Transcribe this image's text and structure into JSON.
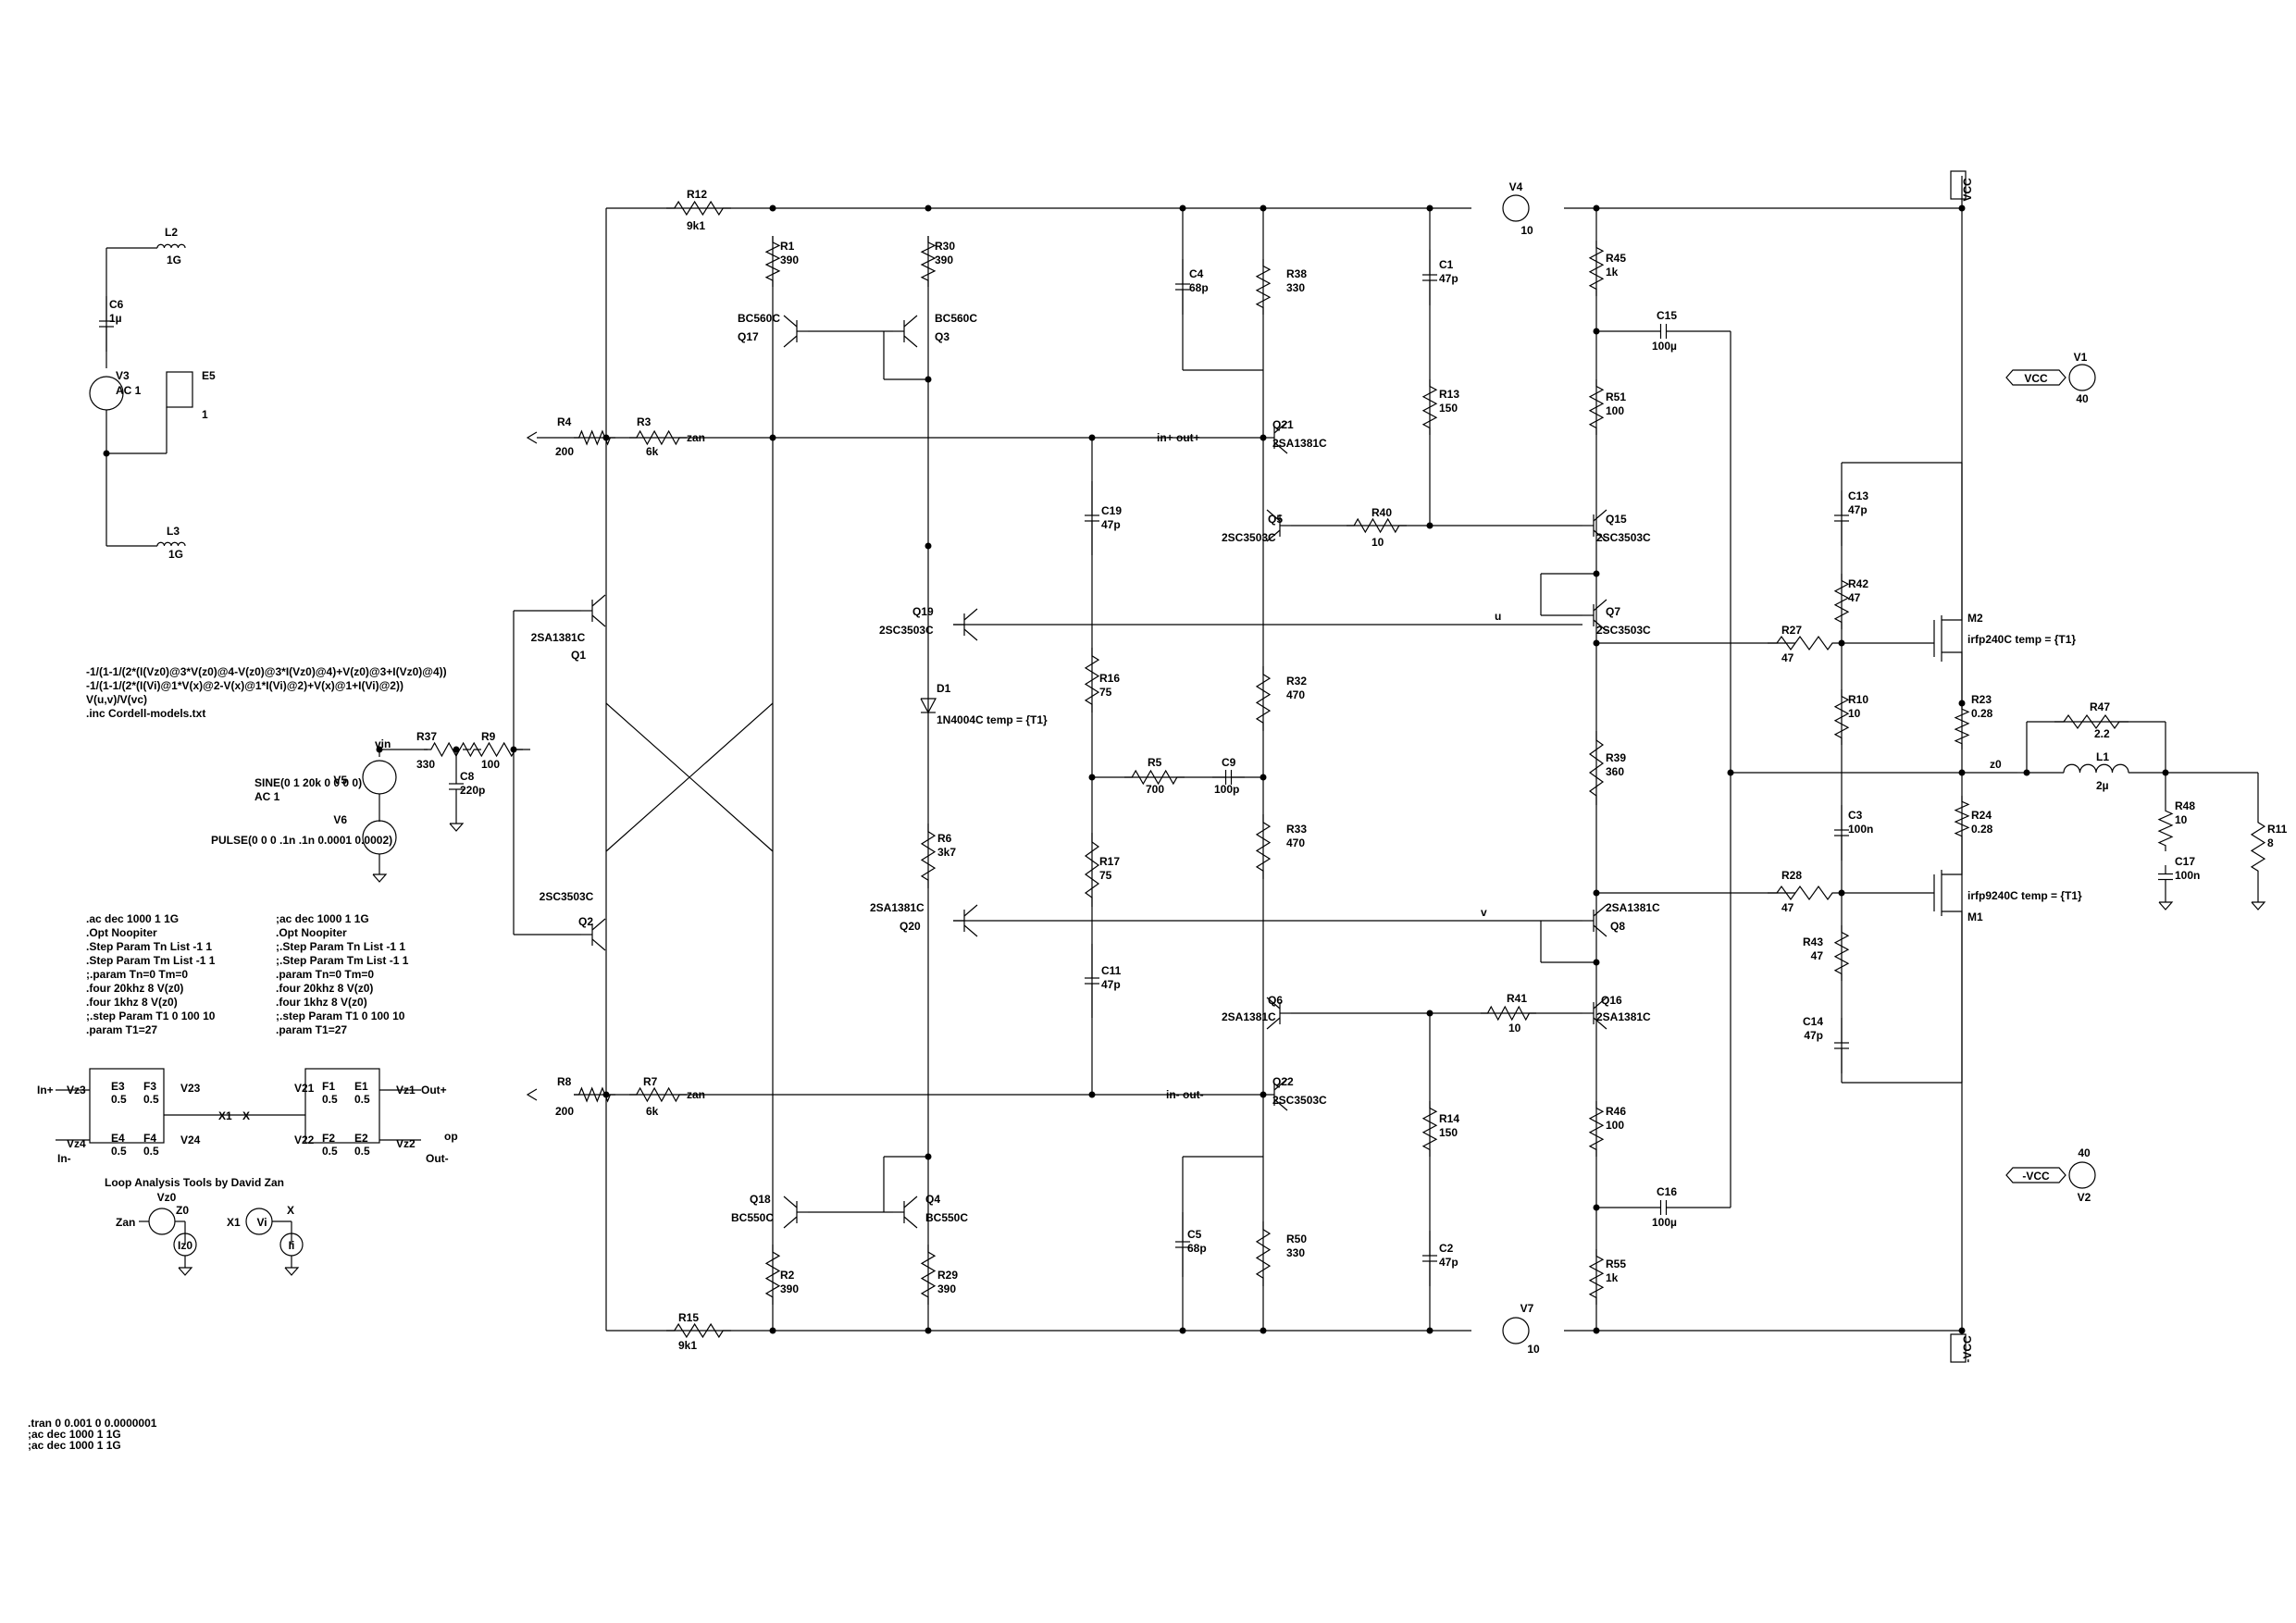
{
  "labels": {
    "R12": "R12",
    "R12v": "9k1",
    "R1": "R1",
    "R1v": "390",
    "R30": "R30",
    "R30v": "390",
    "Q17": "Q17",
    "Q17t": "BC560C",
    "Q3": "Q3",
    "Q3t": "BC560C",
    "R4": "R4",
    "R4v": "200",
    "R3": "R3",
    "R3v": "6k",
    "zan1": "zan",
    "C4": "C4",
    "C4v": "68p",
    "R38": "R38",
    "R38v": "330",
    "C1": "C1",
    "C1v": "47p",
    "V4": "V4",
    "V4v": "10",
    "R45": "R45",
    "R45v": "1k",
    "C15": "C15",
    "C15v": "100µ",
    "R13": "R13",
    "R13v": "150",
    "R51": "R51",
    "R51v": "100",
    "Q21": "Q21",
    "Q21t": "2SA1381C",
    "netInOut": "in+ out+",
    "C19": "C19",
    "C19v": "47p",
    "Q5": "Q5",
    "Q5t": "2SC3503C",
    "R40": "R40",
    "R40v": "10",
    "Q15": "Q15",
    "Q15t": "2SC3503C",
    "Q19": "Q19",
    "Q19t": "2SC3503C",
    "netU": "u",
    "Q7": "Q7",
    "Q7t": "2SC3503C",
    "Q1": "Q1",
    "Q1t": "2SA1381C",
    "D1": "D1",
    "D1t": "1N4004C temp = {T1}",
    "R16": "R16",
    "R16v": "75",
    "R32": "R32",
    "R32v": "470",
    "R39": "R39",
    "R39v": "360",
    "R5": "R5",
    "R5v": "700",
    "C9": "C9",
    "C9v": "100p",
    "vin": "vin",
    "R37": "R37",
    "R37v": "330",
    "R9": "R9",
    "R9v": "100",
    "V5": "V5",
    "sine": "SINE(0 1 20k 0 0 0 0)",
    "ac1": "AC 1",
    "C8": "C8",
    "C8v": "220p",
    "V6": "V6",
    "pulse": "PULSE(0 0 0 .1n .1n 0.0001 0.0002)",
    "R6": "R6",
    "R6v": "3k7",
    "R33": "R33",
    "R33v": "470",
    "R17": "R17",
    "R17v": "75",
    "Q2": "Q2",
    "Q2t": "2SC3503C",
    "Q20": "Q20",
    "Q20t": "2SA1381C",
    "netV": "v",
    "Q8": "Q8",
    "Q8t": "2SA1381C",
    "C11": "C11",
    "C11v": "47p",
    "Q6": "Q6",
    "Q6t": "2SA1381C",
    "R41": "R41",
    "R41v": "10",
    "Q16": "Q16",
    "Q16t": "2SA1381C",
    "R8": "R8",
    "R8v": "200",
    "R7": "R7",
    "R7v": "6k",
    "zan2": "zan",
    "netInOutM": "in-   out-",
    "Q22": "Q22",
    "Q22t": "2SC3503C",
    "R14": "R14",
    "R14v": "150",
    "R46": "R46",
    "R46v": "100",
    "Q18": "Q18",
    "Q18t": "BC550C",
    "Q4": "Q4",
    "Q4t": "BC550C",
    "C5": "C5",
    "C5v": "68p",
    "C16": "C16",
    "C16v": "100µ",
    "C2": "C2",
    "C2v": "47p",
    "R50": "R50",
    "R50v": "330",
    "R55": "R55",
    "R55v": "1k",
    "R2": "R2",
    "R2v": "390",
    "R29": "R29",
    "R29v": "390",
    "R15": "R15",
    "R15v": "9k1",
    "V7": "V7",
    "V7v": "10",
    "L2": "L2",
    "L2v": "1G",
    "C6": "C6",
    "C6v": "1µ",
    "V3": "V3",
    "V3v": "AC 1",
    "E5": "E5",
    "E5v": "1",
    "L3": "L3",
    "L3v": "1G",
    "VCCtop": "VCC",
    "VCCbot": "-VCC",
    "V1": "V1",
    "V1v": "40",
    "V1net": "VCC",
    "V2": "V2",
    "V2v": "40",
    "V2net": "-VCC",
    "C13": "C13",
    "C13v": "47p",
    "R42": "R42",
    "R42v": "47",
    "R27": "R27",
    "R27v": "47",
    "M2": "M2",
    "M2t": "irfp240C temp = {T1}",
    "R10": "R10",
    "R10v": "10",
    "R23": "R23",
    "R23v": "0.28",
    "R47": "R47",
    "R47v": "2.2",
    "z0": "z0",
    "L1": "L1",
    "L1v": "2µ",
    "C3": "C3",
    "C3v": "100n",
    "R24": "R24",
    "R24v": "0.28",
    "R48": "R48",
    "R48v": "10",
    "R11": "R11",
    "R11v": "8",
    "C17": "C17",
    "C17v": "100n",
    "R28": "R28",
    "R28v": "47",
    "M1": "M1",
    "M1t": "irfp9240C temp = {T1}",
    "R43": "R43",
    "R43v": "47",
    "C14": "C14",
    "C14v": "47p",
    "loopTitle": "Loop Analysis Tools by David Zan",
    "inPlus": "In+",
    "inMinus": "In-",
    "outPlus": "Out+",
    "outMinus": "Out-",
    "op": "op",
    "x1": "X1",
    "x": "X",
    "E3": "E3",
    "F3": "F3",
    "F1": "F1",
    "E1": "E1",
    "E4": "E4",
    "F4": "F4",
    "F2": "F2",
    "E2": "E2",
    "Vz3": "Vz3",
    "Vz4": "Vz4",
    "Vz1": "Vz1",
    "Vz2": "Vz2",
    "V23": "V23",
    "V24": "V24",
    "V21": "V21",
    "V22": "V22",
    "half": "0.5",
    "Vz0": "Vz0",
    "Zan": "Zan",
    "Z0": "Z0",
    "Iz0": "Iz0",
    "X1b": "X1",
    "Vi": "Vi",
    "Xb": "X",
    "Ii": "Ii"
  },
  "expressions": [
    "-1/(1-1/(2*(I(Vz0)@3*V(z0)@4-V(z0)@3*I(Vz0)@4)+V(z0)@3+I(Vz0)@4))",
    "-1/(1-1/(2*(I(Vi)@1*V(x)@2-V(x)@1*I(Vi)@2)+V(x)@1+I(Vi)@2))",
    "V(u,v)/V(vc)",
    ".inc Cordell-models.txt"
  ],
  "directivesLeft": [
    ".ac dec 1000 1 1G",
    ".Opt Noopiter",
    ".Step Param Tn List -1 1",
    ".Step Param Tm List -1 1",
    ";.param Tn=0 Tm=0",
    ".four 20khz 8 V(z0)",
    ".four 1khz 8 V(z0)",
    ";.step Param T1 0 100 10",
    ".param T1=27"
  ],
  "directivesRight": [
    ";ac dec 1000 1 1G",
    ".Opt Noopiter",
    ";.Step Param Tn List -1 1",
    ";.Step Param Tm List -1 1",
    ".param Tn=0 Tm=0",
    ".four 20khz 8 V(z0)",
    ".four 1khz 8 V(z0)",
    ";.step Param T1 0 100 10",
    ".param T1=27"
  ],
  "directivesBottom": [
    ".tran 0 0.001 0 0.0000001",
    ";ac dec 1000 1 1G",
    ";ac dec 1000 1 1G"
  ]
}
